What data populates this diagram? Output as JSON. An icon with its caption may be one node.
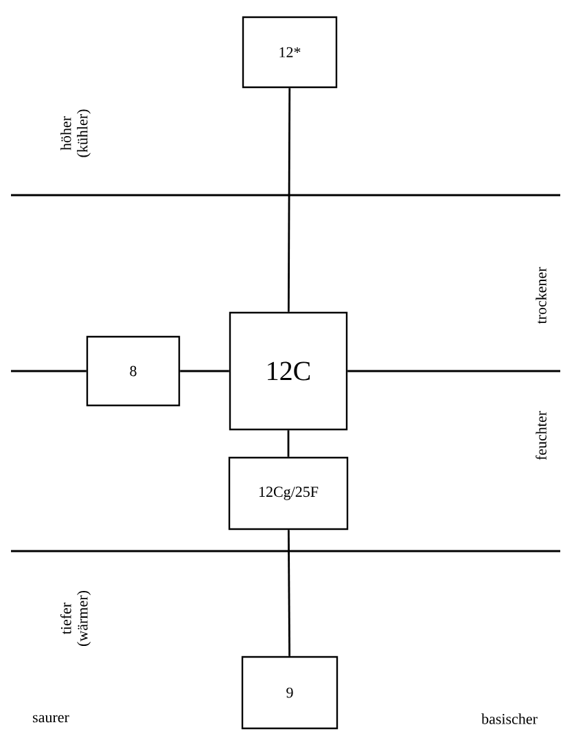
{
  "diagram": {
    "nodes": [
      {
        "text": [
          "12*"
        ]
      },
      {
        "text": [
          "8"
        ]
      },
      {
        "text": [
          "12C"
        ]
      },
      {
        "text": [
          "12Cg/25F"
        ]
      },
      {
        "text": [
          "9"
        ]
      }
    ],
    "edges": [
      {
        "from": 0,
        "to": 2,
        "arrow": "none"
      },
      {
        "from": null,
        "to": 1,
        "arrow": "none"
      },
      {
        "from": 1,
        "to": 2,
        "arrow": "none"
      },
      {
        "from": 2,
        "to": null,
        "arrow": "none"
      },
      {
        "from": 2,
        "to": 3,
        "arrow": "none"
      },
      {
        "from": 3,
        "to": 4,
        "arrow": "none"
      }
    ],
    "labels": [
      "höher (kühler)",
      "trockener",
      "feuchter",
      "tiefer (wärmer)",
      "saurer",
      "basischer"
    ]
  }
}
